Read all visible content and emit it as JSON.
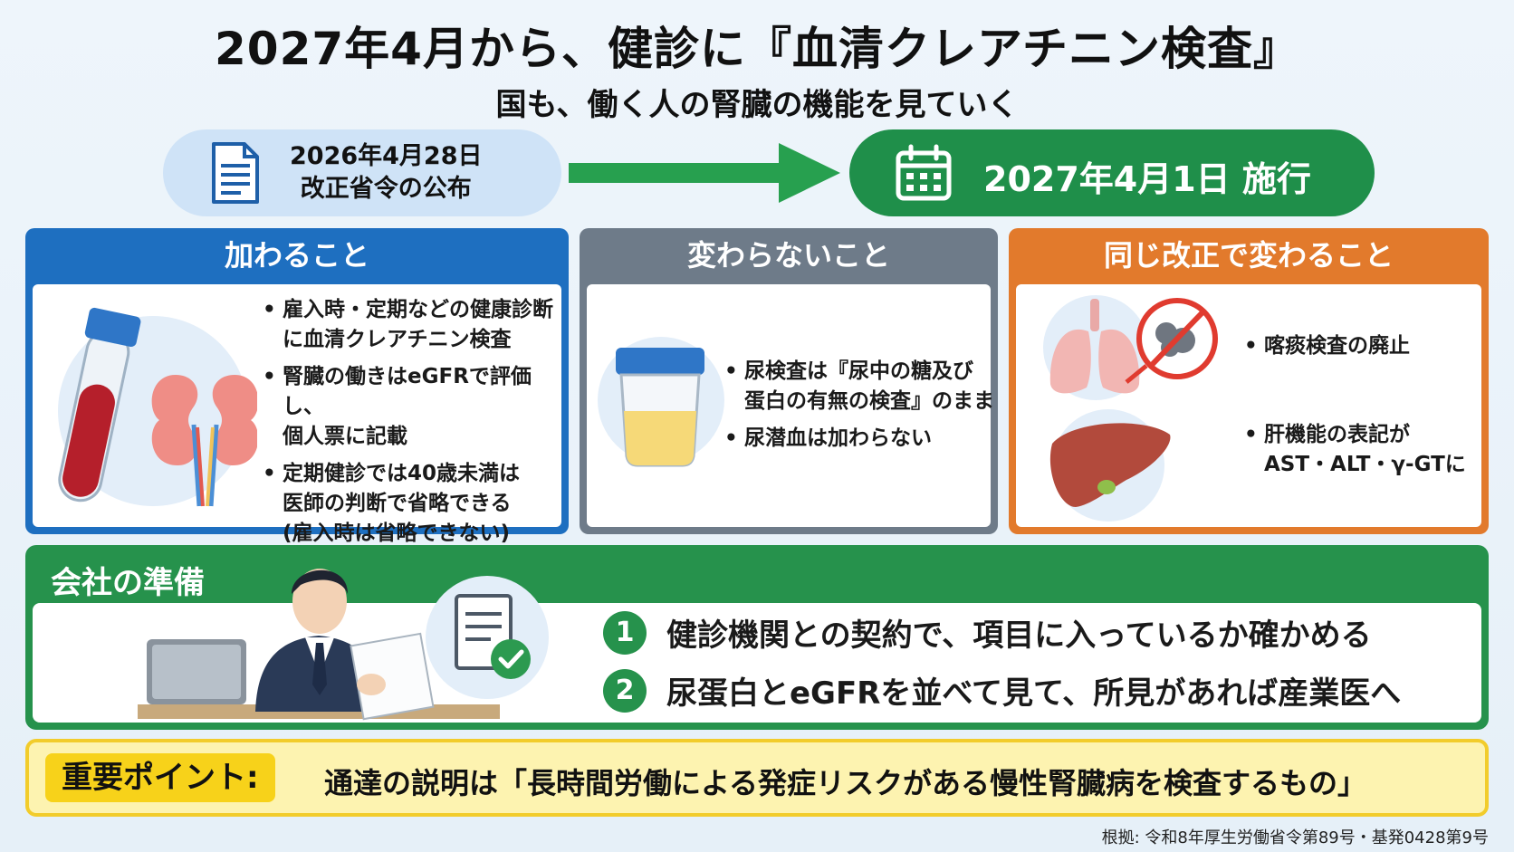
{
  "header": {
    "title": "2027年4月から、健診に『血清クレアチニン検査』",
    "subtitle": "国も、働く人の腎臓の機能を見ていく"
  },
  "timeline": {
    "publish_date": "2026年4月28日",
    "publish_label": "改正省令の公布",
    "effective": "2027年4月1日 施行",
    "publish_icon": "document-icon",
    "effective_icon": "calendar-icon"
  },
  "cards": {
    "added": {
      "title": "加わること",
      "color": "#1e6fc0",
      "bullets": [
        [
          "雇入時・定期などの健康診断",
          "に血清クレアチニン検査"
        ],
        [
          "腎臓の働きはeGFRで評価し、",
          "個人票に記載"
        ],
        [
          "定期健診では40歳未満は",
          "医師の判断で省略できる",
          "(雇入時は省略できない)"
        ]
      ]
    },
    "unchanged": {
      "title": "変わらないこと",
      "color": "#6e7b89",
      "bullets": [
        [
          "尿検査は『尿中の糖及び",
          "蛋白の有無の検査』のまま"
        ],
        [
          "尿潜血は加わらない"
        ]
      ]
    },
    "other": {
      "title": "同じ改正で変わること",
      "color": "#e27a2c",
      "bullets": [
        [
          "喀痰検査の廃止"
        ],
        [
          "肝機能の表記が",
          "AST・ALT・γ-GTに"
        ]
      ]
    }
  },
  "prep": {
    "title": "会社の準備",
    "color": "#26924c",
    "steps": [
      {
        "num": "1",
        "text": "健診機関との契約で、項目に入っているか確かめる"
      },
      {
        "num": "2",
        "text": "尿蛋白とeGFRを並べて見て、所見があれば産業医へ"
      }
    ]
  },
  "key_point": {
    "label": "重要ポイント:",
    "text": "通達の説明は「長時間労働による発症リスクがある慢性腎臓病を検査するもの」"
  },
  "source": "根拠: 令和8年厚生労働省令第89号・基発0428第9号"
}
